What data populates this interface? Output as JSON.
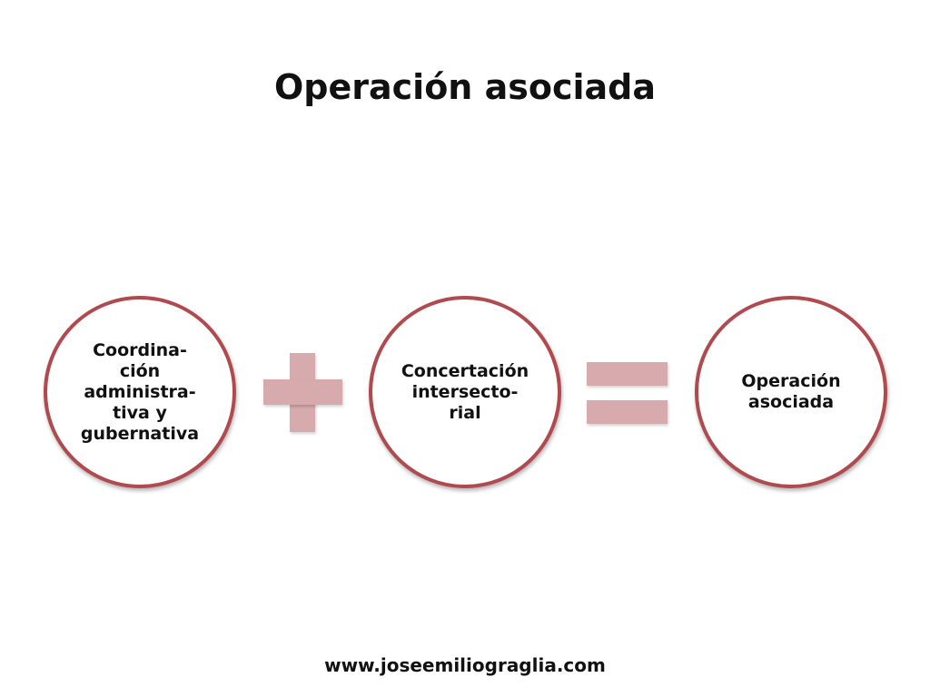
{
  "slide": {
    "title": "Operación asociada",
    "footer": "www.joseemiliograglia.com"
  },
  "diagram": {
    "circles": [
      {
        "label": "Coordina-\nción\nadministra-\ntiva y\ngubernativa"
      },
      {
        "label": "Concertación\nintersecto-\nrial"
      },
      {
        "label": "Operación\nasociada"
      }
    ],
    "operators": [
      "plus-icon",
      "equals-icon"
    ]
  },
  "colors": {
    "circle_border": "#b04a4e",
    "operator_fill": "#d7aaae"
  }
}
